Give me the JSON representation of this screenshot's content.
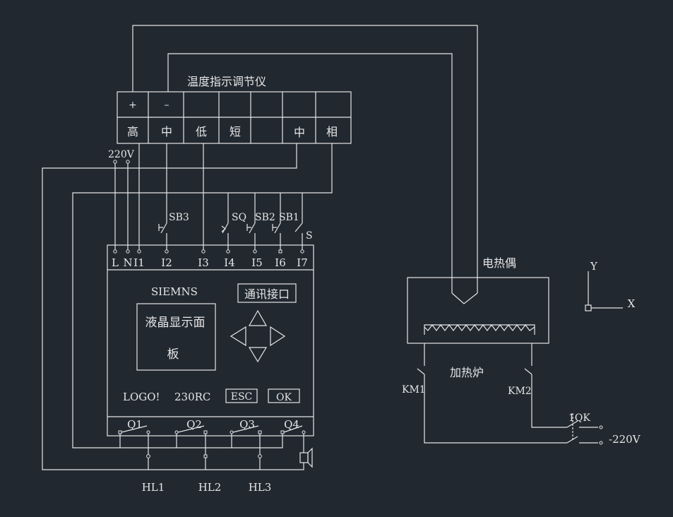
{
  "controller": {
    "title": "温度指示调节仪",
    "top_row": [
      "+",
      "–",
      "",
      "",
      "",
      "",
      ""
    ],
    "bottom_row": [
      "高",
      "中",
      "低",
      "短",
      "",
      "中",
      "相"
    ]
  },
  "supply_label": "220V",
  "plc": {
    "brand": "SIEMNS",
    "model_left": "LOGO!",
    "model_right": "230RC",
    "display_line1": "液晶显示面",
    "display_line2": "板",
    "comm_port": "通讯接口",
    "esc": "ESC",
    "ok": "OK",
    "inputs": [
      "L",
      "N",
      "I1",
      "I2",
      "I3",
      "I4",
      "I5",
      "I6",
      "I7"
    ],
    "outputs": [
      "Q1",
      "Q2",
      "Q3",
      "Q4"
    ]
  },
  "switches": {
    "sb3": "SB3",
    "sq": "SQ",
    "sb2": "SB2",
    "sb1": "SB1",
    "s": "S"
  },
  "lamps": [
    "HL1",
    "HL2",
    "HL3"
  ],
  "furnace": {
    "thermocouple": "电热偶",
    "label": "加热炉",
    "km1": "KM1",
    "km2": "KM2",
    "breaker": "1QK",
    "supply": "-220V"
  },
  "ucs": {
    "y": "Y",
    "x": "X"
  }
}
